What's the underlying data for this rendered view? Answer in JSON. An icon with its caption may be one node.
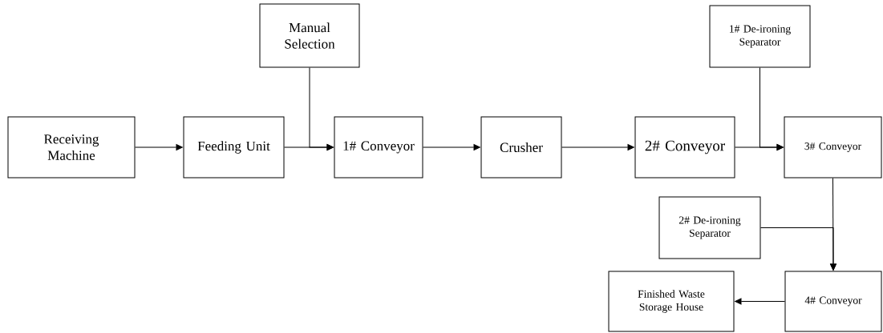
{
  "diagram": {
    "nodes": [
      {
        "text": [
          "Receiving Machine"
        ]
      },
      {
        "text": [
          "Feeding Unit"
        ]
      },
      {
        "text": [
          "Manual Selection"
        ]
      },
      {
        "text": [
          "1# Conveyor"
        ]
      },
      {
        "text": [
          "Crusher"
        ]
      },
      {
        "text": [
          "2# Conveyor"
        ]
      },
      {
        "text": [
          "1# De-ironing Separator"
        ]
      },
      {
        "text": [
          "3# Conveyor"
        ]
      },
      {
        "text": [
          "2# De-ironing Separator"
        ]
      },
      {
        "text": [
          "4# Conveyor"
        ]
      },
      {
        "text": [
          "Finished Waste Storage House"
        ]
      }
    ],
    "edges": [
      {
        "from": 0,
        "to": 1,
        "arrow": "to"
      },
      {
        "from": 1,
        "to": 3,
        "arrow": "to"
      },
      {
        "from": 2,
        "to": 3,
        "arrow": "to"
      },
      {
        "from": 3,
        "to": 4,
        "arrow": "to"
      },
      {
        "from": 4,
        "to": 5,
        "arrow": "to"
      },
      {
        "from": 5,
        "to": 7,
        "arrow": "to"
      },
      {
        "from": 6,
        "to": 7,
        "arrow": "to"
      },
      {
        "from": 7,
        "to": 9,
        "arrow": "to"
      },
      {
        "from": 8,
        "to": 9,
        "arrow": "to"
      },
      {
        "from": 9,
        "to": 10,
        "arrow": "to"
      }
    ]
  }
}
